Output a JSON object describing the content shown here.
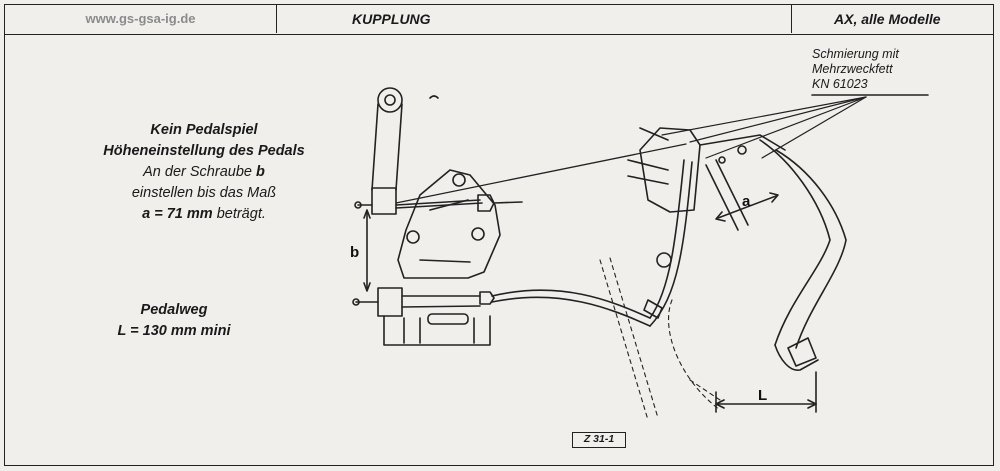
{
  "header": {
    "website": "www.gs-gsa-ig.de",
    "section_title": "KUPPLUNG",
    "model_range": "AX, alle Modelle"
  },
  "instructions": {
    "line1": "Kein Pedalspiel",
    "line2": "Höheneinstellung des Pedals",
    "line3_prefix": "An der Schraube ",
    "line3_bold": "b",
    "line4": "einstellen bis das Maß",
    "line5_bold": "a = 71 mm",
    "line5_suffix": " beträgt."
  },
  "pedal_travel": {
    "line1": "Pedalweg",
    "line2": "L = 130 mm mini"
  },
  "lubrication_note": {
    "line1": "Schmierung mit",
    "line2": "Mehrzweckfett",
    "line3": "KN 61023"
  },
  "diagram_labels": {
    "a": "a",
    "b": "b",
    "L": "L"
  },
  "figure_ref": "Z 31-1"
}
